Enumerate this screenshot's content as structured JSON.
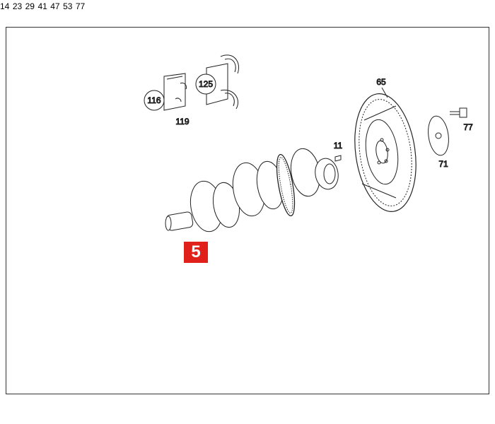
{
  "parts": {
    "p116": "116",
    "p125": "125",
    "p119": "119",
    "p65": "65",
    "p77a": "77",
    "p11": "11",
    "p71": "71",
    "p14": "14",
    "p23": "23",
    "p41": "41",
    "p47": "47",
    "p29": "29",
    "p53": "53",
    "p77b": "77"
  },
  "highlight": {
    "label": "5",
    "color": "#e0201a"
  }
}
